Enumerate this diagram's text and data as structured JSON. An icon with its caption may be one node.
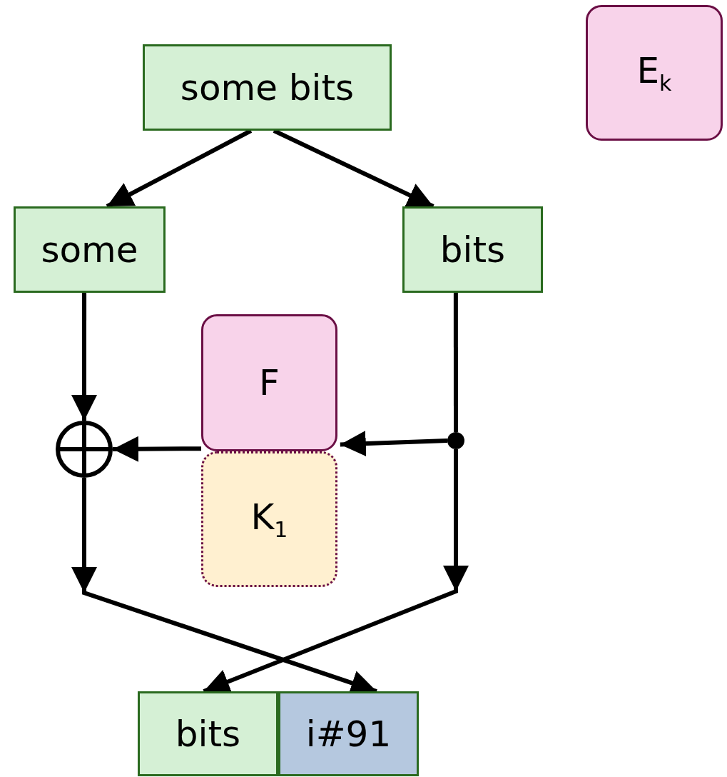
{
  "diagram": {
    "nodes": [
      {
        "text": [
          "some bits"
        ]
      },
      {
        "text": [
          "some"
        ]
      },
      {
        "text": [
          "bits"
        ]
      },
      {
        "text": [
          "F"
        ]
      },
      {
        "text": [
          "K$_{1}$"
        ]
      },
      {
        "text": [],
        "shape": "circle"
      },
      {
        "text": [],
        "shape": "circle"
      },
      {
        "text": [
          "bits"
        ]
      },
      {
        "text": [
          "i#91"
        ]
      },
      {
        "text": [
          "E$_{k}$"
        ]
      }
    ],
    "edges": [
      {
        "from": 0,
        "to": 1,
        "arrow": "to"
      },
      {
        "from": 0,
        "to": 2,
        "arrow": "to"
      },
      {
        "from": 1,
        "to": 5,
        "arrow": "to"
      },
      {
        "from": 2,
        "to": 6,
        "arrow": "none"
      },
      {
        "from": 6,
        "to": 3,
        "arrow": "to"
      },
      {
        "from": 3,
        "to": 5,
        "arrow": "to"
      },
      {
        "from": 5,
        "to": 8,
        "arrow": "to"
      },
      {
        "from": 6,
        "to": 7,
        "arrow": "to"
      }
    ]
  }
}
